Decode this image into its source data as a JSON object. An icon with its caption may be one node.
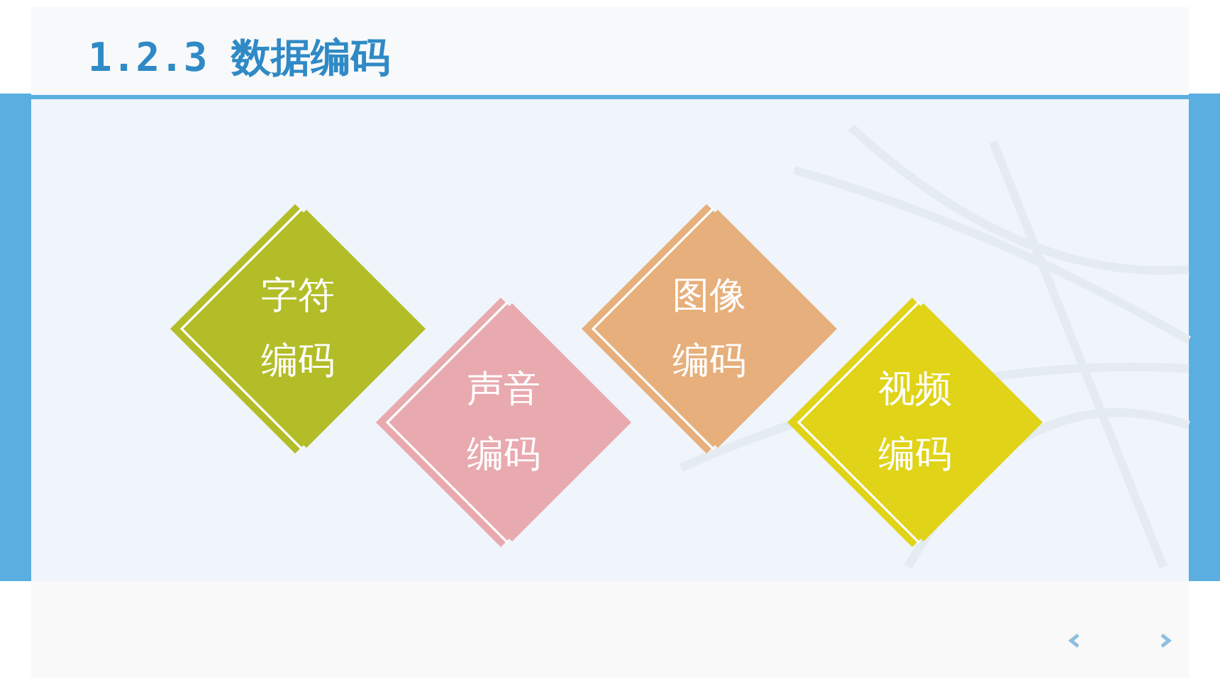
{
  "diagram": {
    "title": "1.2.3 数据编码",
    "nodes": [
      {
        "text": [
          "字符编码"
        ]
      },
      {
        "text": [
          "声音编码"
        ]
      },
      {
        "text": [
          "图像编码"
        ]
      },
      {
        "text": [
          "视频编码"
        ]
      }
    ]
  }
}
